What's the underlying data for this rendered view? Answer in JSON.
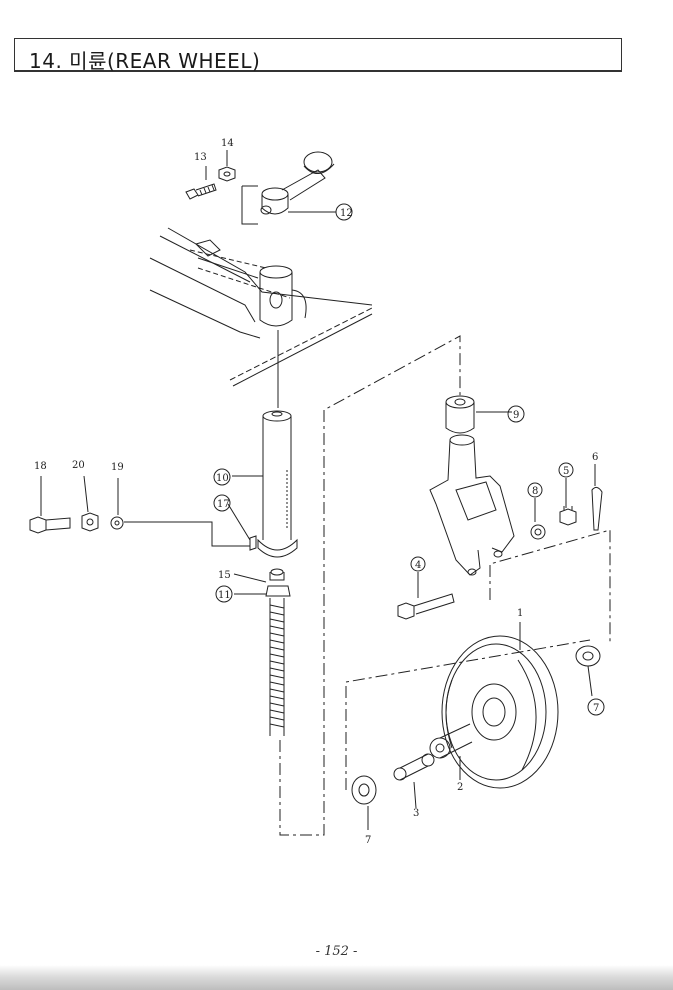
{
  "header": {
    "title": "14. 미륜(REAR WHEEL)"
  },
  "callouts": {
    "c1": "1",
    "c2": "2",
    "c3": "3",
    "c4": "4",
    "c5": "5",
    "c6": "6",
    "c7a": "7",
    "c7b": "7",
    "c8": "8",
    "c9": "9",
    "c10": "10",
    "c11": "11",
    "c12": "12",
    "c13": "13",
    "c14": "14",
    "c15": "15",
    "c17": "17",
    "c18": "18",
    "c19": "19",
    "c20": "20"
  },
  "footer": {
    "page_number": "- 152 -"
  }
}
